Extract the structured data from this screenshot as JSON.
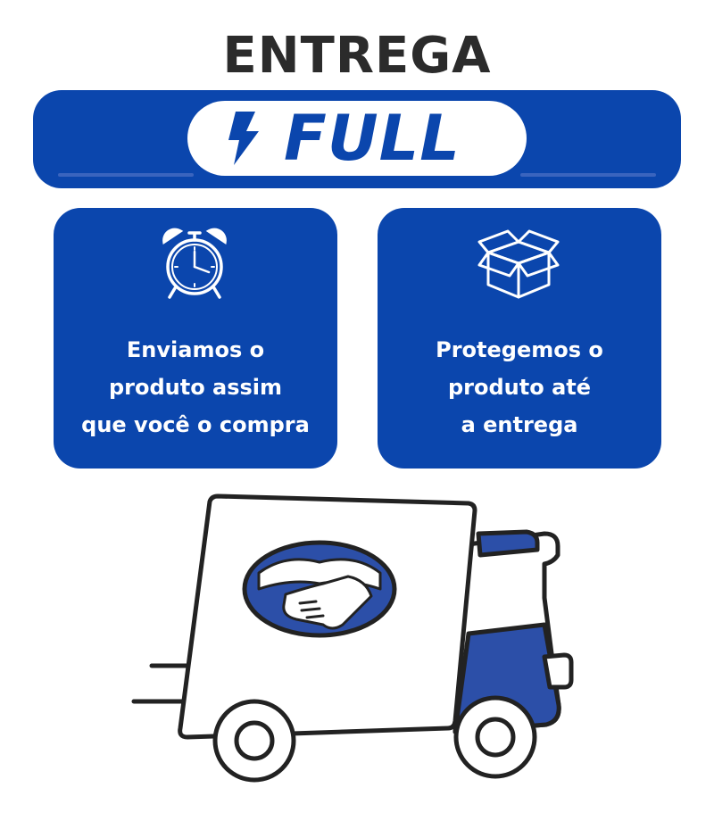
{
  "header": {
    "title": "ENTREGA"
  },
  "banner": {
    "label": "FULL",
    "icon": "lightning-bolt-icon",
    "color": "#0b46ad"
  },
  "cards": [
    {
      "icon": "alarm-clock-icon",
      "lines": [
        "Enviamos o",
        "produto assim",
        "que você o compra"
      ]
    },
    {
      "icon": "open-box-icon",
      "lines": [
        "Protegemos o",
        "produto até",
        "a entrega"
      ]
    }
  ],
  "illustration": {
    "icon": "delivery-truck-icon",
    "logo": "handshake-logo"
  }
}
